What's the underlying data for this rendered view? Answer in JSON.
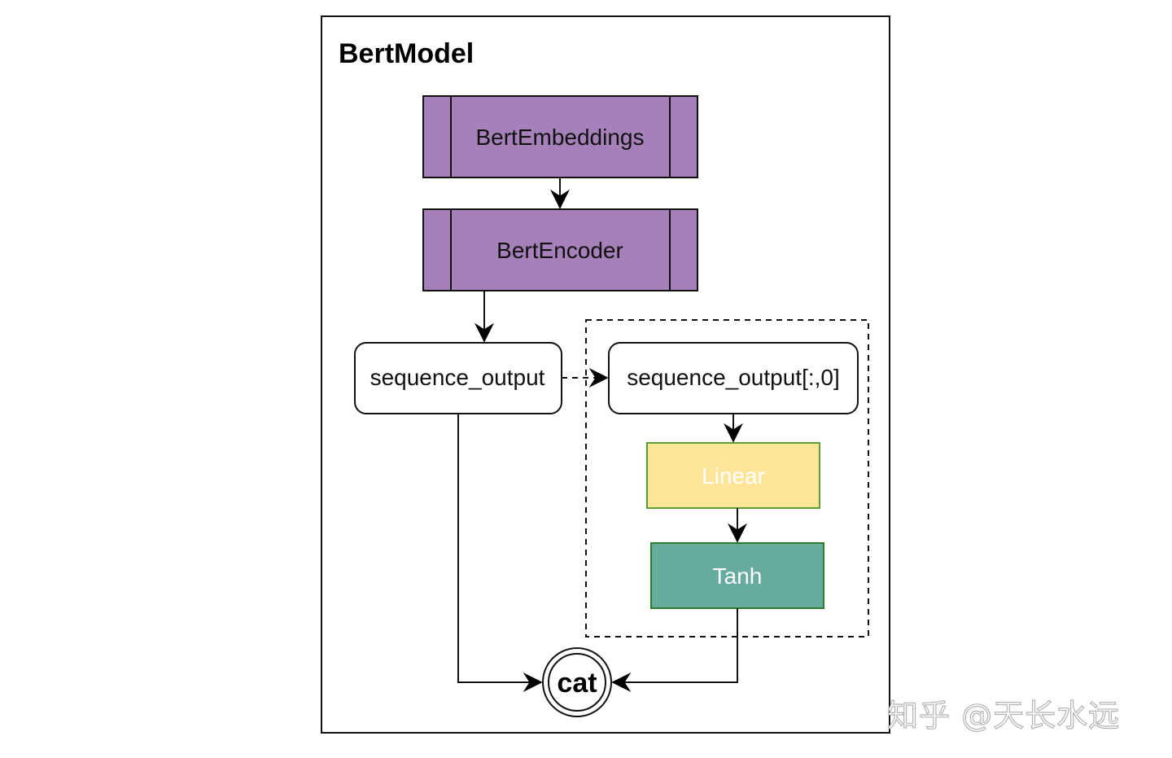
{
  "frame": {
    "title": "BertModel"
  },
  "nodes": {
    "embeddings": {
      "label": "BertEmbeddings"
    },
    "encoder": {
      "label": "BertEncoder"
    },
    "sequence_output": {
      "label": "sequence_output"
    },
    "cls_token": {
      "label": "sequence_output[:,0]"
    },
    "linear": {
      "label": "Linear"
    },
    "tanh": {
      "label": "Tanh"
    },
    "cat": {
      "label": "cat"
    }
  },
  "colors": {
    "module_fill": "#a680b8",
    "linear_fill": "#ffe599",
    "linear_stroke": "#5a9e2d",
    "tanh_fill": "#67ab9f",
    "tanh_stroke": "#2d7d2d"
  },
  "watermark": "知乎 @天长水远"
}
